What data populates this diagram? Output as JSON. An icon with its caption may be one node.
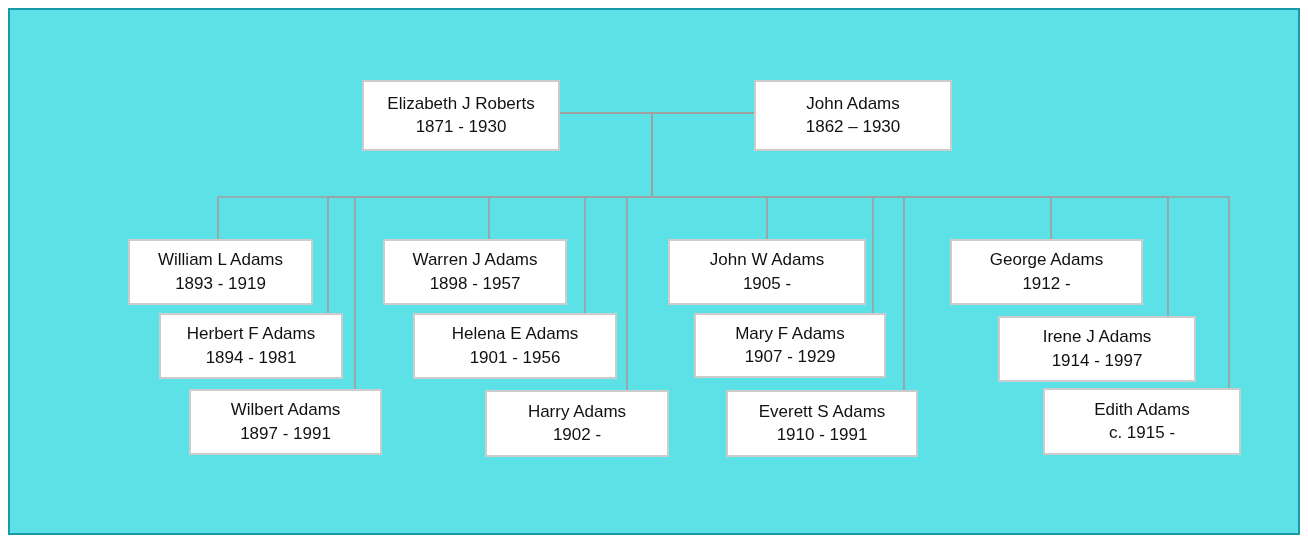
{
  "diagram": {
    "nodes": [
      {
        "text": [
          "Elizabeth J Roberts",
          "1871 - 1930"
        ]
      },
      {
        "text": [
          "John Adams",
          "1862 – 1930"
        ]
      },
      {
        "text": [
          "William L Adams",
          "1893 - 1919"
        ]
      },
      {
        "text": [
          "Herbert F Adams",
          "1894 - 1981"
        ]
      },
      {
        "text": [
          "Wilbert Adams",
          "1897 - 1991"
        ]
      },
      {
        "text": [
          "Warren J Adams",
          "1898 - 1957"
        ]
      },
      {
        "text": [
          "Helena E Adams",
          "1901 - 1956"
        ]
      },
      {
        "text": [
          "Harry Adams",
          "1902 -"
        ]
      },
      {
        "text": [
          "John W Adams",
          "1905 -"
        ]
      },
      {
        "text": [
          "Mary F Adams",
          "1907 - 1929"
        ]
      },
      {
        "text": [
          "Everett S Adams",
          "1910 - 1991"
        ]
      },
      {
        "text": [
          "George Adams",
          "1912 -"
        ]
      },
      {
        "text": [
          "Irene J Adams",
          "1914 - 1997"
        ]
      },
      {
        "text": [
          "Edith Adams",
          "c. 1915 -"
        ]
      }
    ],
    "edges": [
      {
        "from": 0,
        "to": 1,
        "arrow": "none"
      },
      {
        "from": 0,
        "to": 2,
        "arrow": "none"
      },
      {
        "from": 1,
        "to": 2,
        "arrow": "none"
      },
      {
        "from": 0,
        "to": 3,
        "arrow": "none"
      },
      {
        "from": 1,
        "to": 3,
        "arrow": "none"
      },
      {
        "from": 0,
        "to": 4,
        "arrow": "none"
      },
      {
        "from": 1,
        "to": 4,
        "arrow": "none"
      },
      {
        "from": 0,
        "to": 5,
        "arrow": "none"
      },
      {
        "from": 1,
        "to": 5,
        "arrow": "none"
      },
      {
        "from": 0,
        "to": 6,
        "arrow": "none"
      },
      {
        "from": 1,
        "to": 6,
        "arrow": "none"
      },
      {
        "from": 0,
        "to": 7,
        "arrow": "none"
      },
      {
        "from": 1,
        "to": 7,
        "arrow": "none"
      },
      {
        "from": 0,
        "to": 8,
        "arrow": "none"
      },
      {
        "from": 1,
        "to": 8,
        "arrow": "none"
      },
      {
        "from": 0,
        "to": 9,
        "arrow": "none"
      },
      {
        "from": 1,
        "to": 9,
        "arrow": "none"
      },
      {
        "from": 0,
        "to": 10,
        "arrow": "none"
      },
      {
        "from": 1,
        "to": 10,
        "arrow": "none"
      },
      {
        "from": 0,
        "to": 11,
        "arrow": "none"
      },
      {
        "from": 1,
        "to": 11,
        "arrow": "none"
      },
      {
        "from": 0,
        "to": 12,
        "arrow": "none"
      },
      {
        "from": 1,
        "to": 12,
        "arrow": "none"
      },
      {
        "from": 0,
        "to": 13,
        "arrow": "none"
      },
      {
        "from": 1,
        "to": 13,
        "arrow": "none"
      }
    ]
  }
}
